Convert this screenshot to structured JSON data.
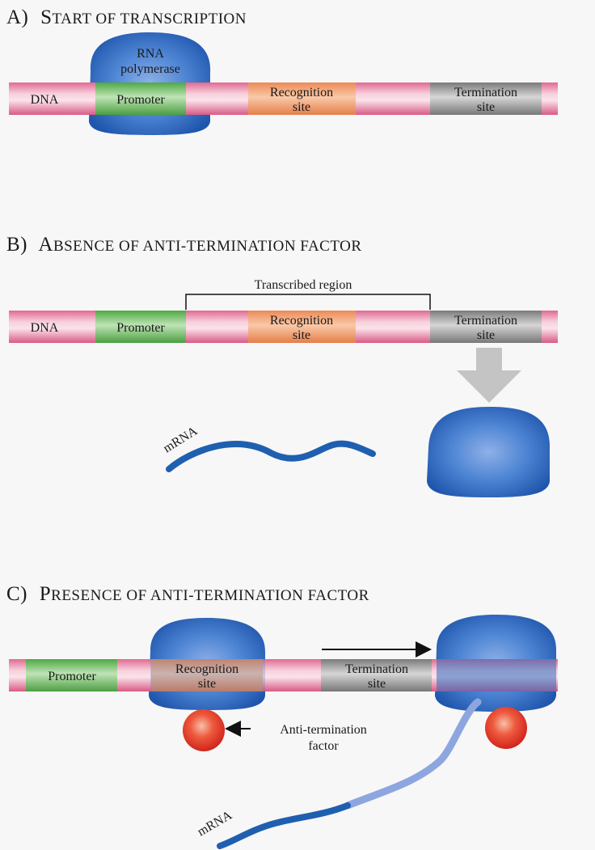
{
  "panels": {
    "a": {
      "letter": "A)",
      "heading_cap": "S",
      "heading_rest": "TART OF TRANSCRIPTION",
      "dna": "DNA",
      "polymerase_line1": "RNA",
      "polymerase_line2": "polymerase",
      "promoter": "Promoter",
      "recognition_line1": "Recognition",
      "recognition_line2": "site",
      "termination_line1": "Termination",
      "termination_line2": "site"
    },
    "b": {
      "letter": "B)",
      "heading_cap": "A",
      "heading_rest": "BSENCE OF ANTI-TERMINATION FACTOR",
      "transcribed_region": "Transcribed region",
      "dna": "DNA",
      "promoter": "Promoter",
      "recognition_line1": "Recognition",
      "recognition_line2": "site",
      "termination_line1": "Termination",
      "termination_line2": "site",
      "mrna": "mRNA"
    },
    "c": {
      "letter": "C)",
      "heading_cap": "P",
      "heading_rest": "RESENCE OF ANTI-TERMINATION FACTOR",
      "promoter": "Promoter",
      "recognition_line1": "Recognition",
      "recognition_line2": "site",
      "termination_line1": "Termination",
      "termination_line2": "site",
      "factor_line1": "Anti-termination",
      "factor_line2": "factor",
      "mrna": "mRNA"
    }
  },
  "colors": {
    "dna": "#e98aa6",
    "promoter": "#6bbf5f",
    "recognition": "#f0a070",
    "termination": "#9a9a9a",
    "polymerase": "#2f6bc0",
    "mrna": "#1f5fb0",
    "mrna_light": "#8ea6df",
    "factor": "#e0352a",
    "arrow_gray": "#c4c4c4"
  }
}
